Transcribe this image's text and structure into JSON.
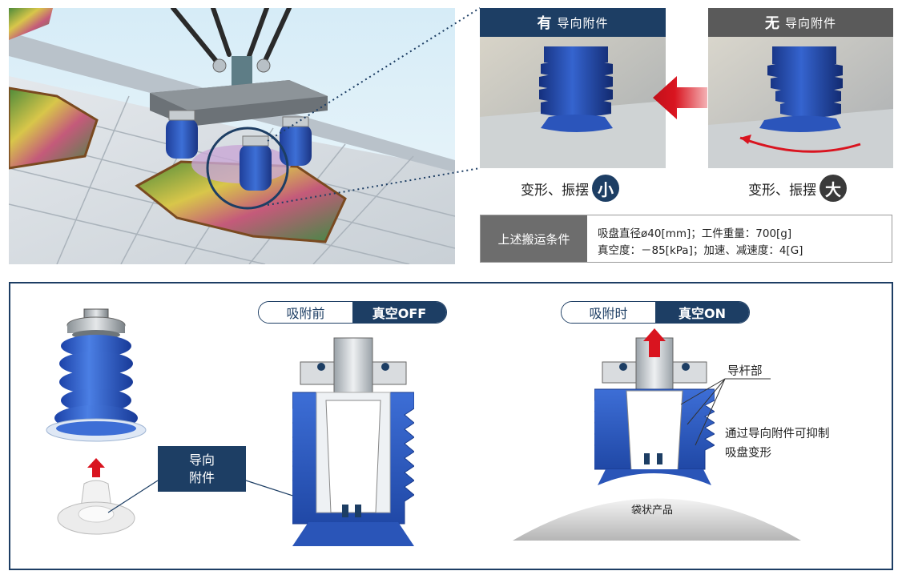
{
  "top_right": {
    "with_panel": {
      "bold": "有",
      "text": "导向附件",
      "header_color": "#1d3e64"
    },
    "without_panel": {
      "bold": "无",
      "text": "导向附件",
      "header_color": "#5a5a5a"
    },
    "caption_small": {
      "text": "变形、振摆",
      "badge": "小",
      "badge_color": "#1d3e64"
    },
    "caption_large": {
      "text": "变形、振摆",
      "badge": "大",
      "badge_color": "#3a3a3a"
    },
    "arrow_color": "#d9141f"
  },
  "conditions": {
    "label": "上述搬运条件",
    "line1": "吸盘直径ø40[mm]；工件重量：700[g]",
    "line2": "真空度：－85[kPa]；加速、减速度：4[G]"
  },
  "bottom": {
    "guide_label_line1": "导向",
    "guide_label_line2": "附件",
    "pill_off": {
      "left": "吸附前",
      "right": "真空OFF"
    },
    "pill_on": {
      "left": "吸附时",
      "right": "真空ON"
    },
    "rod_label": "导杆部",
    "note_line1": "通过导向附件可抑制",
    "note_line2": "吸盘变形",
    "product_label": "袋状产品"
  },
  "colors": {
    "navy": "#1d3e64",
    "cup_blue": "#2f5fbf",
    "red": "#d9141f"
  }
}
